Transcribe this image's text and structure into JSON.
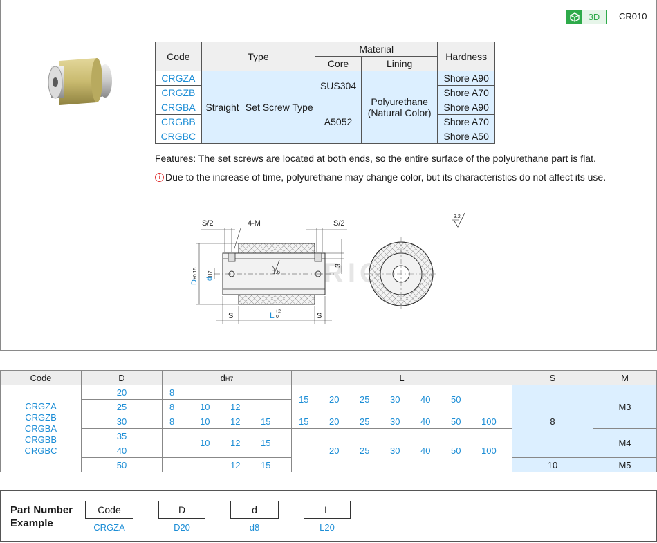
{
  "header": {
    "badge_label": "3D",
    "product_code": "CR010",
    "icon": "cube-icon",
    "accent_color": "#2eaa4a",
    "link_color": "#1d8ed6"
  },
  "spec_table": {
    "headers": {
      "code": "Code",
      "type": "Type",
      "material": "Material",
      "core": "Core",
      "lining": "Lining",
      "hardness": "Hardness"
    },
    "codes": [
      "CRGZA",
      "CRGZB",
      "CRGBA",
      "CRGBB",
      "CRGBC"
    ],
    "type_shape": "Straight",
    "type_fix": "Set Screw Type",
    "core_a": "SUS304",
    "core_b": "A5052",
    "lining_line1": "Polyurethane",
    "lining_line2": "(Natural Color)",
    "hardness": [
      "Shore A90",
      "Shore A70",
      "Shore A90",
      "Shore A70",
      "Shore A50"
    ]
  },
  "notes": {
    "features": "Features: The set screws are located at both ends, so the entire surface of the polyurethane part is flat.",
    "warning_icon": "info-circle-icon",
    "warning": "Due to the increase of time, polyurethane may change color, but its characteristics do not affect its use."
  },
  "drawing": {
    "s_half_left": "S/2",
    "screw_label": "4-M",
    "s_half_right": "S/2",
    "d_label": "D",
    "d_tol": "±0.15",
    "dh_label": "d",
    "dh_sub": "H7",
    "roughness_inner": "1.6",
    "dim_3": "3",
    "s_left": "S",
    "l_label": "L",
    "l_tol_top": "+2",
    "l_tol_bot": "0",
    "s_right": "S",
    "roughness_all": "3.2",
    "watermark": "FOTRION"
  },
  "dim_table": {
    "headers": {
      "code": "Code",
      "d": "D",
      "dh": "d",
      "dh_sub": "H7",
      "l": "L",
      "s": "S",
      "m": "M"
    },
    "codes": [
      "CRGZA",
      "CRGZB",
      "CRGBA",
      "CRGBB",
      "CRGBC"
    ],
    "D": [
      "20",
      "25",
      "30",
      "35",
      "40",
      "50"
    ],
    "dh_rows": [
      [
        "8"
      ],
      [
        "8",
        "10",
        "12"
      ],
      [
        "8",
        "10",
        "12",
        "15"
      ],
      [
        "10",
        "12",
        "15"
      ],
      [
        "12",
        "15"
      ]
    ],
    "L_rows": [
      [
        "15",
        "20",
        "25",
        "30",
        "40",
        "50"
      ],
      [
        "15",
        "20",
        "25",
        "30",
        "40",
        "50",
        "100"
      ],
      [
        "20",
        "25",
        "30",
        "40",
        "50",
        "100"
      ]
    ],
    "S": [
      "8",
      "10"
    ],
    "M": [
      "M3",
      "M4",
      "M5"
    ]
  },
  "part_number": {
    "title_line1": "Part Number",
    "title_line2": "Example",
    "boxes": [
      "Code",
      "D",
      "d",
      "L"
    ],
    "examples": [
      "CRGZA",
      "D20",
      "d8",
      "L20"
    ]
  }
}
